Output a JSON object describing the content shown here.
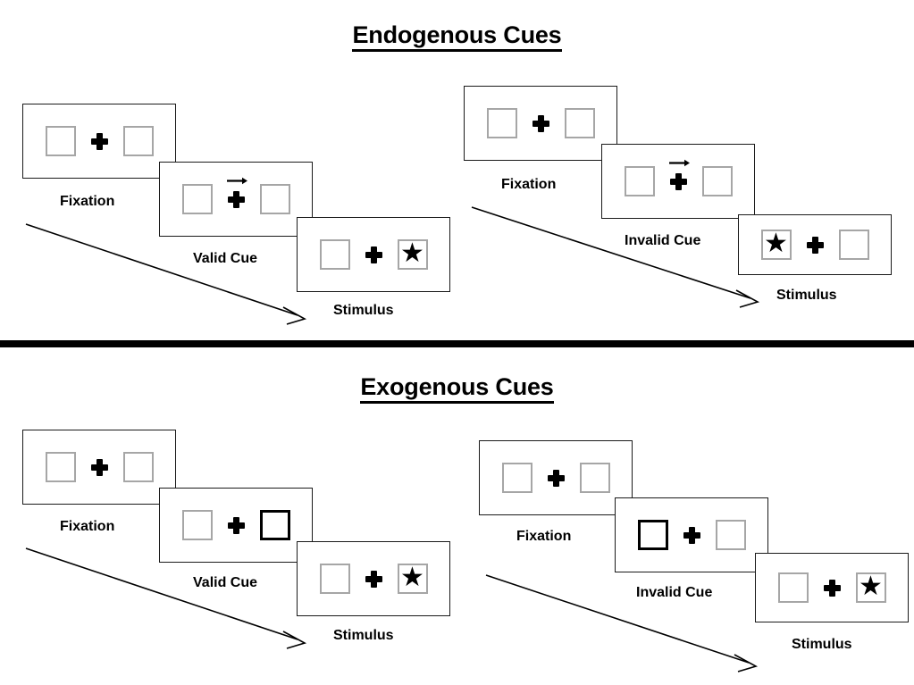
{
  "sections": [
    {
      "id": "endogenous",
      "title": "Endogenous Cues",
      "columns": [
        {
          "id": "valid",
          "frames": [
            {
              "caption": "Fixation",
              "left_box": "empty",
              "right_box": "empty",
              "arrow_cue": false
            },
            {
              "caption": "Valid Cue",
              "left_box": "empty",
              "right_box": "empty",
              "arrow_cue": true
            },
            {
              "caption": "Stimulus",
              "left_box": "empty",
              "right_box": "star",
              "arrow_cue": false
            }
          ]
        },
        {
          "id": "invalid",
          "frames": [
            {
              "caption": "Fixation",
              "left_box": "empty",
              "right_box": "empty",
              "arrow_cue": false
            },
            {
              "caption": "Invalid Cue",
              "left_box": "empty",
              "right_box": "empty",
              "arrow_cue": true
            },
            {
              "caption": "Stimulus",
              "left_box": "star",
              "right_box": "empty",
              "arrow_cue": false
            }
          ]
        }
      ]
    },
    {
      "id": "exogenous",
      "title": "Exogenous Cues",
      "columns": [
        {
          "id": "valid",
          "frames": [
            {
              "caption": "Fixation",
              "left_box": "empty",
              "right_box": "empty",
              "arrow_cue": false
            },
            {
              "caption": "Valid Cue",
              "left_box": "empty",
              "right_box": "cued",
              "arrow_cue": false
            },
            {
              "caption": "Stimulus",
              "left_box": "empty",
              "right_box": "star",
              "arrow_cue": false
            }
          ]
        },
        {
          "id": "invalid",
          "frames": [
            {
              "caption": "Fixation",
              "left_box": "empty",
              "right_box": "empty",
              "arrow_cue": false
            },
            {
              "caption": "Invalid Cue",
              "left_box": "cued",
              "right_box": "empty",
              "arrow_cue": false
            },
            {
              "caption": "Stimulus",
              "left_box": "empty",
              "right_box": "star",
              "arrow_cue": false
            }
          ]
        }
      ]
    }
  ],
  "glyphs": {
    "star": "★",
    "fixation_plus": "plus-sign",
    "cue_arrow": "rightward-arrow",
    "flow_arrow": "diagonal-time-arrow"
  },
  "colors": {
    "text": "#000000",
    "panel_border": "#1a1a1a",
    "box_border": "#a6a6a6",
    "cued_box_border": "#000000",
    "divider": "#000000",
    "background": "#ffffff"
  }
}
